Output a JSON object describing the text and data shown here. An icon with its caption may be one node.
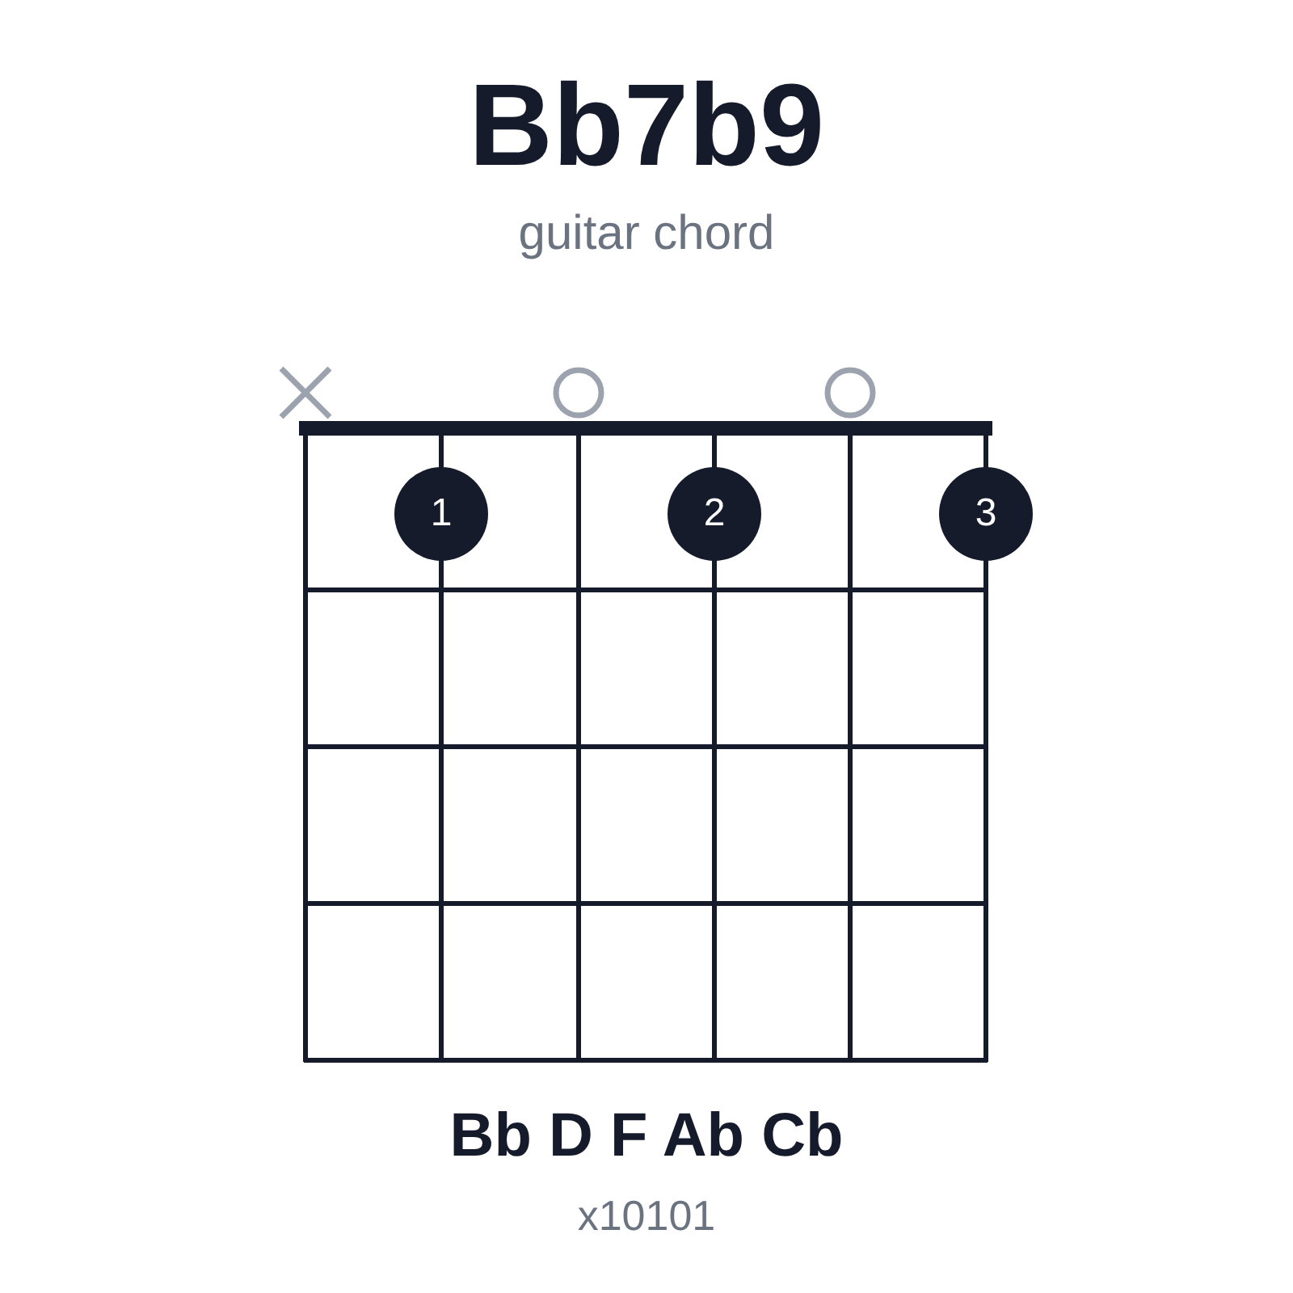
{
  "diagram": {
    "title": "Bb7b9",
    "nodes": [
      {
        "text": [
          "1"
        ]
      },
      {
        "text": [
          "2"
        ]
      },
      {
        "text": [
          "3"
        ]
      }
    ],
    "labels": [
      "guitar chord",
      "Bb D F Ab Cb",
      "x10101"
    ]
  }
}
